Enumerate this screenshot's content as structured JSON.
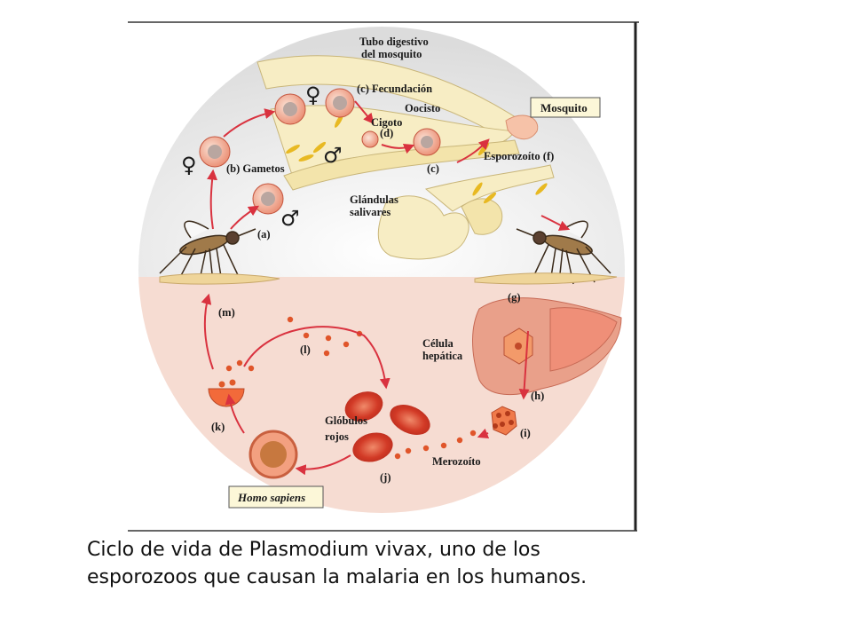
{
  "caption": {
    "line1": "Ciclo de vida de Plasmodium vivax, uno de los",
    "line2": "esporozoos que causan la malaria en los humanos."
  },
  "labels": {
    "tubo_digestivo_1": "Tubo digestivo",
    "tubo_digestivo_2": "del mosquito",
    "fecundacion": "(c) Fecundación",
    "oocisto": "Oocisto",
    "cigoto": "Cigoto",
    "step_d": "(d)",
    "mosquito_box": "Mosquito",
    "gametos": "(b) Gametos",
    "step_c2": "(c)",
    "esporozoito": "Esporozoíto (f)",
    "glandulas_1": "Glándulas",
    "glandulas_2": "salivares",
    "step_a": "(a)",
    "step_g": "(g)",
    "step_m": "(m)",
    "celula_1": "Célula",
    "celula_2": "hepática",
    "step_l": "(l)",
    "step_h": "(h)",
    "globulos_1": "Glóbulos",
    "globulos_2": "rojos",
    "step_i": "(i)",
    "step_k": "(k)",
    "merozoito": "Merozoíto",
    "step_j": "(j)",
    "homo_sapiens": "Homo sapiens"
  },
  "symbols": {
    "female": "♀",
    "male": "♂"
  },
  "colors": {
    "mosquito_bg": "#e4e4e4",
    "human_bg": "#f6dcd2",
    "arrow": "#d9323f",
    "gut": "#f7edc4",
    "liver": "#e9a08a",
    "rbc": "#d63a2a",
    "merozoite": "#e0552a",
    "label_box": "#fcf7d8"
  }
}
